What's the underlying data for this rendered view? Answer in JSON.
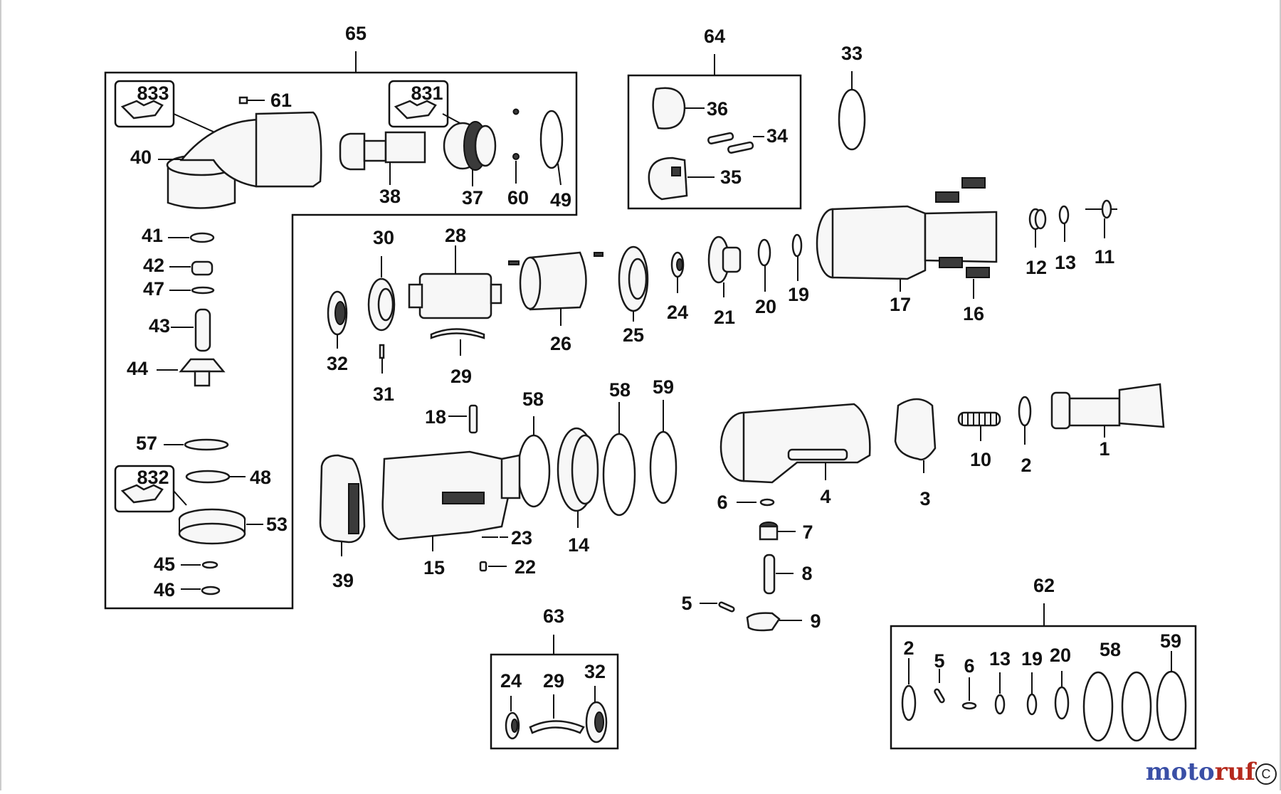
{
  "diagram": {
    "kit_labels": [
      "65",
      "64",
      "63",
      "62"
    ],
    "subkit_labels": [
      "833",
      "831",
      "832"
    ],
    "kit_62_contents": [
      "2",
      "5",
      "6",
      "13",
      "19",
      "20",
      "58",
      "59"
    ],
    "kit_63_contents": [
      "24",
      "29",
      "32"
    ],
    "kit_64_contents": [
      "36",
      "34",
      "35"
    ],
    "part_labels": [
      "61",
      "40",
      "38",
      "37",
      "60",
      "49",
      "41",
      "42",
      "47",
      "43",
      "44",
      "57",
      "48",
      "53",
      "45",
      "46",
      "33",
      "30",
      "28",
      "32",
      "31",
      "29",
      "26",
      "25",
      "24",
      "21",
      "20",
      "19",
      "17",
      "16",
      "12",
      "13",
      "11",
      "18",
      "58",
      "58",
      "59",
      "39",
      "15",
      "23",
      "22",
      "14",
      "4",
      "3",
      "10",
      "2",
      "1",
      "6",
      "7",
      "8",
      "5",
      "9"
    ]
  },
  "watermark": {
    "part1": "moto",
    "part2": "ruf",
    "part3": ""
  },
  "copyright_symbol": "C"
}
